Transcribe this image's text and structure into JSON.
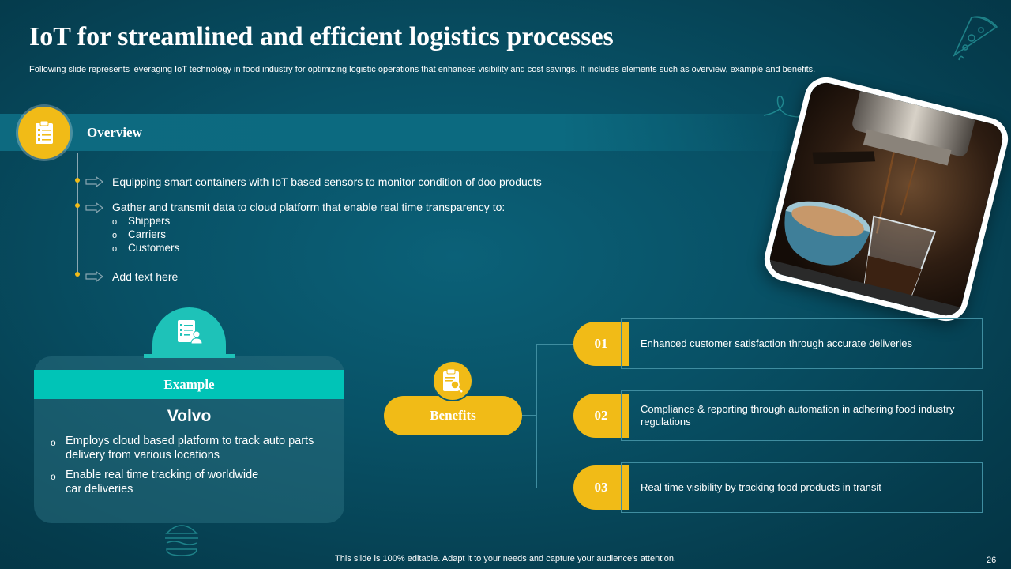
{
  "header": {
    "title": "IoT for streamlined and efficient logistics processes",
    "subtitle": "Following slide represents leveraging IoT technology in food industry for optimizing logistic operations that enhances visibility and cost savings. It includes elements such as overview, example and benefits."
  },
  "overview": {
    "label": "Overview",
    "icon": "checklist-icon",
    "items": [
      {
        "text": "Equipping smart containers with IoT based sensors to monitor condition of doo products"
      },
      {
        "text": "Gather and transmit data to cloud platform that enable real time transparency to:",
        "subitems": [
          "Shippers",
          "Carriers",
          "Customers"
        ]
      },
      {
        "text": "Add text here"
      }
    ],
    "subitem_bullet": "o"
  },
  "example": {
    "label": "Example",
    "name": "Volvo",
    "icon": "document-user-icon",
    "bullet": "o",
    "items": [
      "Employs cloud based platform to track auto parts delivery from various locations",
      "Enable real time tracking of worldwide car deliveries"
    ]
  },
  "benefits": {
    "label": "Benefits",
    "icon": "clipboard-search-icon",
    "items": [
      {
        "num": "01",
        "text": "Enhanced customer satisfaction through accurate deliveries"
      },
      {
        "num": "02",
        "text": "Compliance & reporting through automation in adhering food industry regulations"
      },
      {
        "num": "03",
        "text": "Real time visibility by tracking food products in transit"
      }
    ]
  },
  "footer": {
    "note": "This slide is 100% editable. Adapt it to your needs and capture your audience's attention.",
    "page": "26"
  },
  "colors": {
    "background": "#085166",
    "accent_yellow": "#f1bb17",
    "accent_teal": "#00c4b7"
  },
  "decor": {
    "top_right_icon": "pizza-slice-icon",
    "bottom_left_icon": "burger-icon",
    "photo": "espresso-machine-photo"
  }
}
